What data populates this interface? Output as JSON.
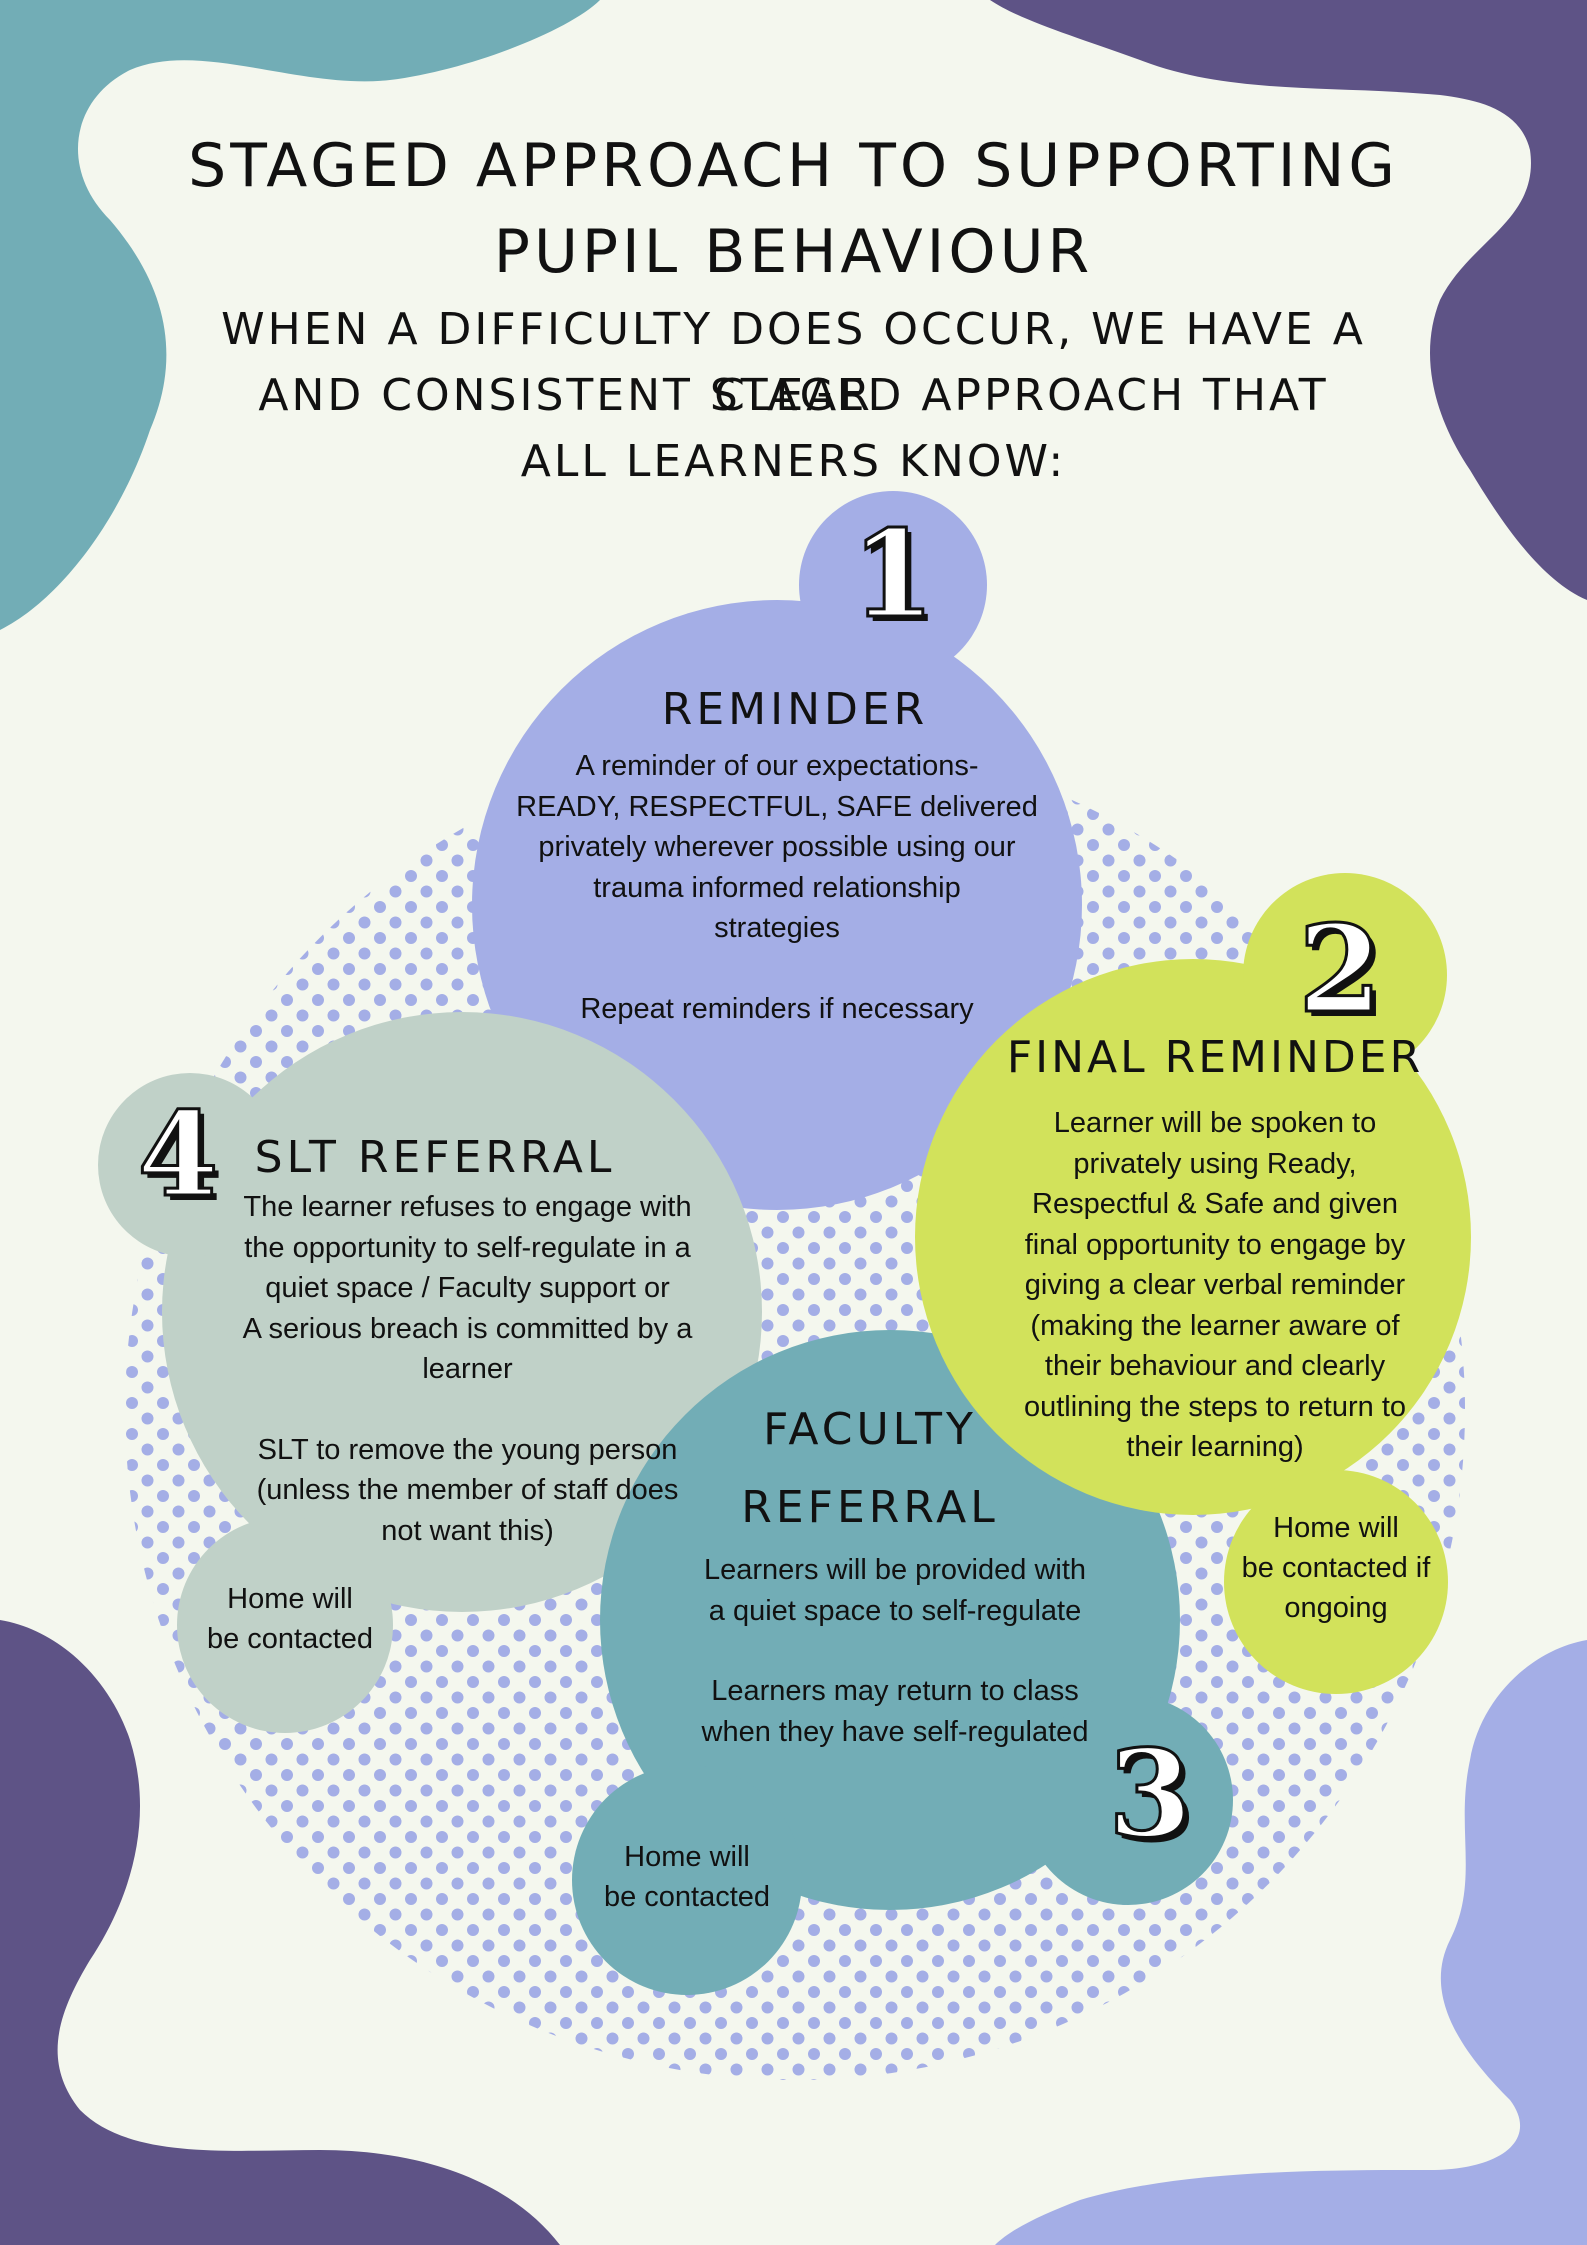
{
  "colors": {
    "background": "#f4f7ee",
    "teal": "#72adb6",
    "purple": "#5e5386",
    "lavender": "#a4aee6",
    "lime": "#d2e25b",
    "sage": "#c0d1c8"
  },
  "header": {
    "title_line1": "STAGED APPROACH TO SUPPORTING",
    "title_line2": "PUPIL BEHAVIOUR",
    "subtitle_line1": "WHEN A DIFFICULTY DOES OCCUR, WE HAVE A CLEAR",
    "subtitle_line2": "AND CONSISTENT STAGED APPROACH THAT",
    "subtitle_line3": "ALL LEARNERS KNOW:"
  },
  "stages": {
    "reminder": {
      "number": "1",
      "title": "REMINDER",
      "lines": [
        "A reminder of our expectations-",
        "READY, RESPECTFUL, SAFE delivered",
        "privately wherever possible using our",
        "trauma informed relationship",
        "strategies"
      ],
      "extra": "Repeat reminders if necessary"
    },
    "final_reminder": {
      "number": "2",
      "title": "FINAL REMINDER",
      "lines": [
        "Learner will be spoken to",
        "privately using Ready,",
        "Respectful & Safe and given",
        "final opportunity to engage by",
        "giving a clear verbal reminder",
        "(making the learner aware of",
        "their behaviour and clearly",
        "outlining the steps to return to",
        "their learning)"
      ],
      "home_lines": [
        "Home will",
        "be contacted if",
        "ongoing"
      ]
    },
    "faculty_referral": {
      "number": "3",
      "title_line1": "FACULTY",
      "title_line2": "REFERRAL",
      "lines": [
        "Learners will be provided with",
        "a quiet space to self-regulate"
      ],
      "extra_lines": [
        "Learners may return to class",
        "when they have self-regulated"
      ],
      "home_lines": [
        "Home will",
        "be contacted"
      ]
    },
    "slt_referral": {
      "number": "4",
      "title": "SLT REFERRAL",
      "lines": [
        "The learner refuses to engage with",
        "the opportunity to self-regulate in a",
        "quiet space / Faculty support or",
        "A serious breach is committed by a",
        "learner"
      ],
      "extra_lines": [
        "SLT to remove the young person",
        "(unless the member of staff does",
        "not want this)"
      ],
      "home_lines": [
        "Home will",
        "be contacted"
      ]
    }
  }
}
